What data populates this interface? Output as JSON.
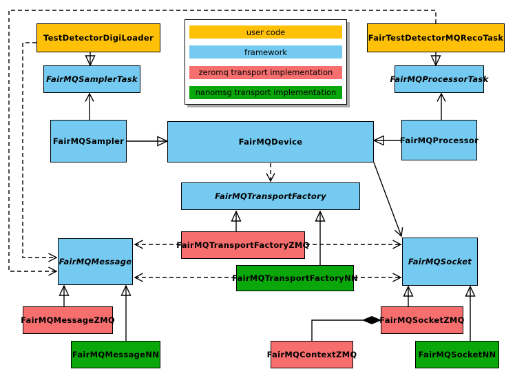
{
  "colors": {
    "user_code": "#FFC107",
    "framework": "#74CAF0",
    "zeromq": "#F76E6E",
    "nanomsg": "#09A709",
    "border": "#000000",
    "background": "#FFFFFF"
  },
  "legend": {
    "items": [
      {
        "label": "user code",
        "color": "#FFC107"
      },
      {
        "label": "framework",
        "color": "#74CAF0"
      },
      {
        "label": "zeromq transport implementation",
        "color": "#F76E6E"
      },
      {
        "label": "nanomsg transport implementation",
        "color": "#09A709"
      }
    ]
  },
  "nodes": {
    "test_detector_digi_loader": {
      "label": "TestDetectorDigiLoader",
      "category": "user code",
      "abstract": false
    },
    "fair_test_detector_mq_reco_task": {
      "label": "FairTestDetectorMQRecoTask",
      "category": "user code",
      "abstract": false
    },
    "fairmq_sampler_task": {
      "label": "FairMQSamplerTask",
      "category": "framework",
      "abstract": true
    },
    "fairmq_processor_task": {
      "label": "FairMQProcessorTask",
      "category": "framework",
      "abstract": true
    },
    "fairmq_sampler": {
      "label": "FairMQSampler",
      "category": "framework",
      "abstract": false
    },
    "fairmq_device": {
      "label": "FairMQDevice",
      "category": "framework",
      "abstract": false
    },
    "fairmq_processor": {
      "label": "FairMQProcessor",
      "category": "framework",
      "abstract": false
    },
    "fairmq_transport_factory": {
      "label": "FairMQTransportFactory",
      "category": "framework",
      "abstract": true
    },
    "fairmq_transport_factory_zmq": {
      "label": "FairMQTransportFactoryZMQ",
      "category": "zeromq",
      "abstract": false
    },
    "fairmq_transport_factory_nn": {
      "label": "FairMQTransportFactoryNN",
      "category": "nanomsg",
      "abstract": false
    },
    "fairmq_message": {
      "label": "FairMQMessage",
      "category": "framework",
      "abstract": true
    },
    "fairmq_message_zmq": {
      "label": "FairMQMessageZMQ",
      "category": "zeromq",
      "abstract": false
    },
    "fairmq_message_nn": {
      "label": "FairMQMessageNN",
      "category": "nanomsg",
      "abstract": false
    },
    "fairmq_socket": {
      "label": "FairMQSocket",
      "category": "framework",
      "abstract": true
    },
    "fairmq_socket_zmq": {
      "label": "FairMQSocketZMQ",
      "category": "zeromq",
      "abstract": false
    },
    "fairmq_socket_nn": {
      "label": "FairMQSocketNN",
      "category": "nanomsg",
      "abstract": false
    },
    "fairmq_context_zmq": {
      "label": "FairMQContextZMQ",
      "category": "zeromq",
      "abstract": false
    }
  },
  "edges": [
    {
      "from": "TestDetectorDigiLoader",
      "to": "FairMQSamplerTask",
      "kind": "inheritance"
    },
    {
      "from": "FairTestDetectorMQRecoTask",
      "to": "FairMQProcessorTask",
      "kind": "inheritance"
    },
    {
      "from": "FairMQSampler",
      "to": "FairMQDevice",
      "kind": "inheritance"
    },
    {
      "from": "FairMQProcessor",
      "to": "FairMQDevice",
      "kind": "inheritance"
    },
    {
      "from": "FairMQTransportFactoryZMQ",
      "to": "FairMQTransportFactory",
      "kind": "inheritance"
    },
    {
      "from": "FairMQTransportFactoryNN",
      "to": "FairMQTransportFactory",
      "kind": "inheritance"
    },
    {
      "from": "FairMQMessageZMQ",
      "to": "FairMQMessage",
      "kind": "inheritance"
    },
    {
      "from": "FairMQMessageNN",
      "to": "FairMQMessage",
      "kind": "inheritance"
    },
    {
      "from": "FairMQSocketZMQ",
      "to": "FairMQSocket",
      "kind": "inheritance"
    },
    {
      "from": "FairMQSocketNN",
      "to": "FairMQSocket",
      "kind": "inheritance"
    },
    {
      "from": "FairMQSampler",
      "to": "FairMQSamplerTask",
      "kind": "association"
    },
    {
      "from": "FairMQProcessor",
      "to": "FairMQProcessorTask",
      "kind": "association"
    },
    {
      "from": "FairMQDevice",
      "to": "FairMQSocket",
      "kind": "association"
    },
    {
      "from": "FairMQDevice",
      "to": "FairMQTransportFactory",
      "kind": "dependency-dashed"
    },
    {
      "from": "FairMQTransportFactoryZMQ",
      "to": "FairMQMessage",
      "kind": "dependency-dashed"
    },
    {
      "from": "FairMQTransportFactoryZMQ",
      "to": "FairMQSocket",
      "kind": "dependency-dashed"
    },
    {
      "from": "FairMQTransportFactoryNN",
      "to": "FairMQMessage",
      "kind": "dependency-dashed"
    },
    {
      "from": "FairMQTransportFactoryNN",
      "to": "FairMQSocket",
      "kind": "dependency-dashed"
    },
    {
      "from": "TestDetectorDigiLoader",
      "to": "FairMQMessage",
      "kind": "dependency-dashed"
    },
    {
      "from": "FairTestDetectorMQRecoTask",
      "to": "FairMQMessage",
      "kind": "dependency-dashed"
    },
    {
      "from": "FairMQContextZMQ",
      "to": "FairMQSocketZMQ",
      "kind": "composition"
    }
  ]
}
